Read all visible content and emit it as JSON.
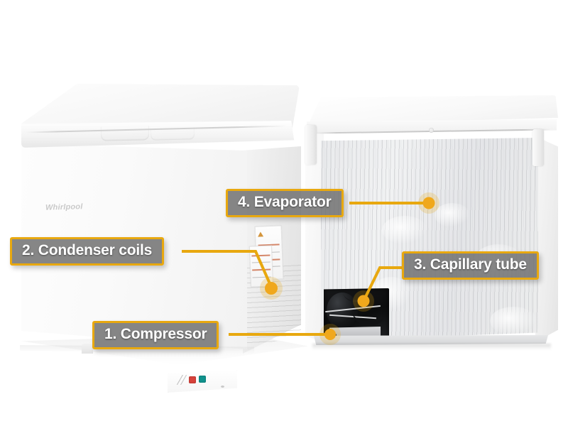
{
  "figure": {
    "subject": "Chest freezer refrigeration components diagram",
    "background_color": "#ffffff",
    "accent_color": "#e8a80f",
    "callout_background": "#727272",
    "callout_text_color": "#ffffff"
  },
  "appliances": [
    {
      "id": "front-unit",
      "view": "front three-quarter, lid closed",
      "brand_logo": "Whirlpool",
      "color": "white",
      "control_panel": {
        "switch_red": "#d8423b",
        "switch_teal": "#10928d"
      }
    },
    {
      "id": "rear-unit",
      "view": "rear, foil-wrapped back panel exposed",
      "color": "white"
    }
  ],
  "callouts": [
    {
      "id": "compressor",
      "label": "1.  Compressor",
      "icon": "callout-marker-dot",
      "target": "black compressor housing at lower rear of right unit"
    },
    {
      "id": "condenser",
      "label": "2. Condenser coils",
      "icon": "callout-marker-dot",
      "target": "vented side panel of left unit"
    },
    {
      "id": "capillary",
      "label": "3. Capillary tube",
      "icon": "callout-marker-dot",
      "target": "tubing above compressor on right unit"
    },
    {
      "id": "evaporator",
      "label": "4. Evaporator",
      "icon": "callout-marker-dot",
      "target": "foil-wrapped rear wall of right unit"
    }
  ]
}
